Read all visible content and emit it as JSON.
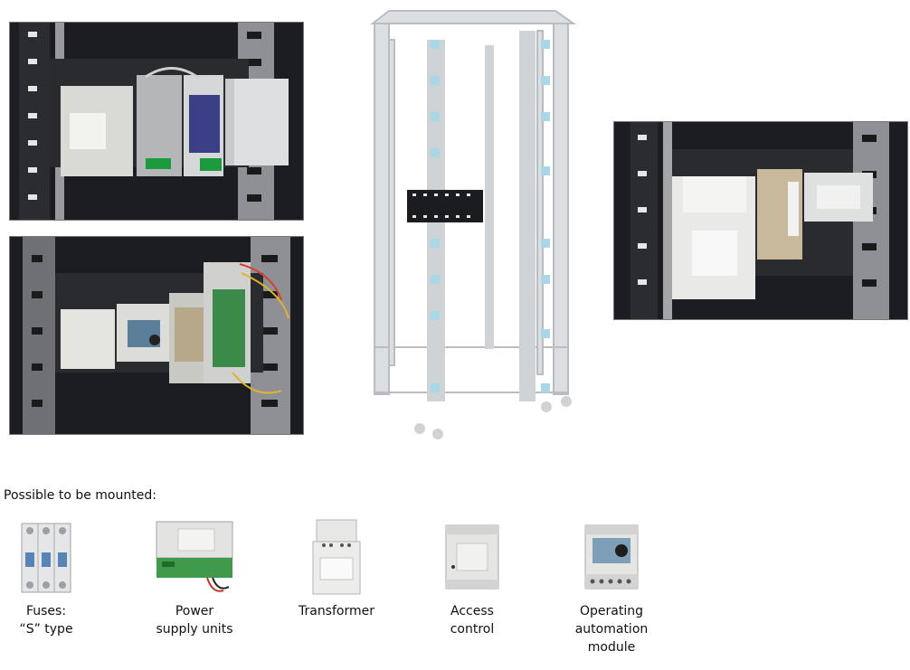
{
  "intro_text": "Possible to be mounted:",
  "items": [
    {
      "icon": "fuses-icon",
      "lines": [
        "Fuses:",
        "“S” type"
      ]
    },
    {
      "icon": "power-supply-icon",
      "lines": [
        "Power",
        "supply units"
      ]
    },
    {
      "icon": "transformer-icon",
      "lines": [
        "Transformer"
      ]
    },
    {
      "icon": "access-control-icon",
      "lines": [
        "Access",
        "control"
      ]
    },
    {
      "icon": "automation-module-icon",
      "lines": [
        "Operating",
        "automation",
        "module"
      ]
    }
  ]
}
